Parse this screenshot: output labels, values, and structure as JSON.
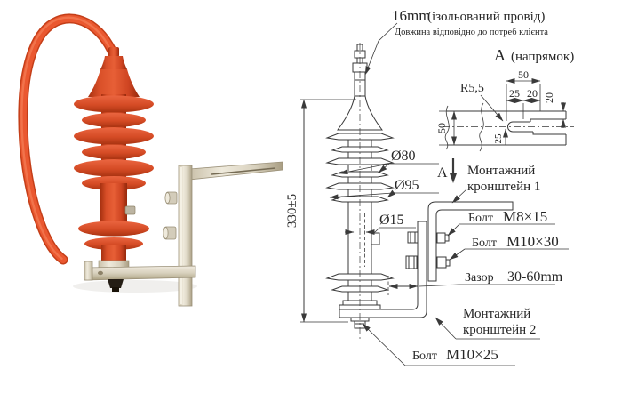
{
  "page": {
    "description": "Лінійний полімерний розрядник з монтажним кронштейном — фото та технічне креслення"
  },
  "photo": {
    "alt": "Фото розрядника з червоним полімерним корпусом та оцинкованим кронштейном",
    "colors": {
      "housing": "#d64b26",
      "housing_light": "#e8603a",
      "housing_dark": "#a83311",
      "wire": "#ea5830",
      "wire_shadow": "#c43e18",
      "metal": "#ddd6c4",
      "metal_edge": "#9a9078",
      "bolt_dark": "#241d14"
    }
  },
  "drawing": {
    "ink": "#3a3a3a",
    "top_label": {
      "size": "16mm",
      "rest": "(ізольований провід)"
    },
    "top_note": "Довжина відповідно до потреб клієнта",
    "view_title": {
      "letter": "А",
      "rest": "(напрямок)"
    },
    "detail": {
      "radius": "R5,5",
      "width_total": "50",
      "width_left": "25",
      "width_right": "20",
      "height_right": "20",
      "height_left": "50",
      "slot_offset": "25"
    },
    "diameters": {
      "d1": "Ø80",
      "d2": "Ø95",
      "d3": "Ø15"
    },
    "overall_height": "330±5",
    "view_marker": "А",
    "bracket1": {
      "line1": "Монтажний",
      "line2": "кронштейн 1"
    },
    "bolt1": {
      "prefix": "Болт",
      "size": "М8×15"
    },
    "bolt2": {
      "prefix": "Болт",
      "size": "М10×30"
    },
    "gap": {
      "prefix": "Зазор",
      "value": "30-60mm"
    },
    "bracket2": {
      "line1": "Монтажний",
      "line2": "кронштейн 2"
    },
    "bolt3": {
      "prefix": "Болт",
      "size": "М10×25"
    }
  }
}
